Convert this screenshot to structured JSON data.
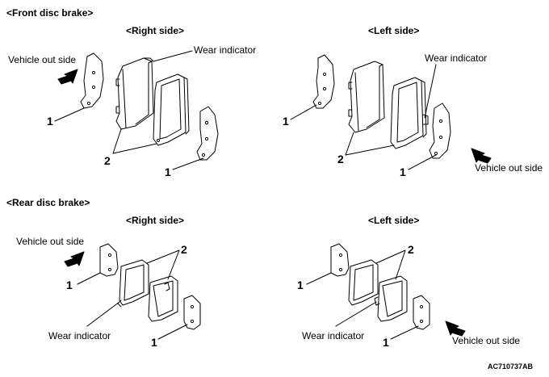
{
  "front": {
    "title": "<Front disc brake>",
    "right_side": {
      "heading": "<Right side>",
      "wear_indicator": "Wear indicator",
      "vehicle_out_side": "Vehicle out side",
      "callout_1a": "1",
      "callout_1b": "1",
      "callout_2": "2"
    },
    "left_side": {
      "heading": "<Left side>",
      "wear_indicator": "Wear indicator",
      "vehicle_out_side": "Vehicle out side",
      "callout_1a": "1",
      "callout_1b": "1",
      "callout_2": "2"
    }
  },
  "rear": {
    "title": "<Rear disc brake>",
    "right_side": {
      "heading": "<Right side>",
      "wear_indicator": "Wear indicator",
      "vehicle_out_side": "Vehicle out side",
      "callout_1a": "1",
      "callout_1b": "1",
      "callout_2": "2"
    },
    "left_side": {
      "heading": "<Left side>",
      "wear_indicator": "Wear indicator",
      "vehicle_out_side": "Vehicle out side",
      "callout_1a": "1",
      "callout_1b": "1",
      "callout_2": "2"
    }
  },
  "figure_code": "AC710737AB"
}
